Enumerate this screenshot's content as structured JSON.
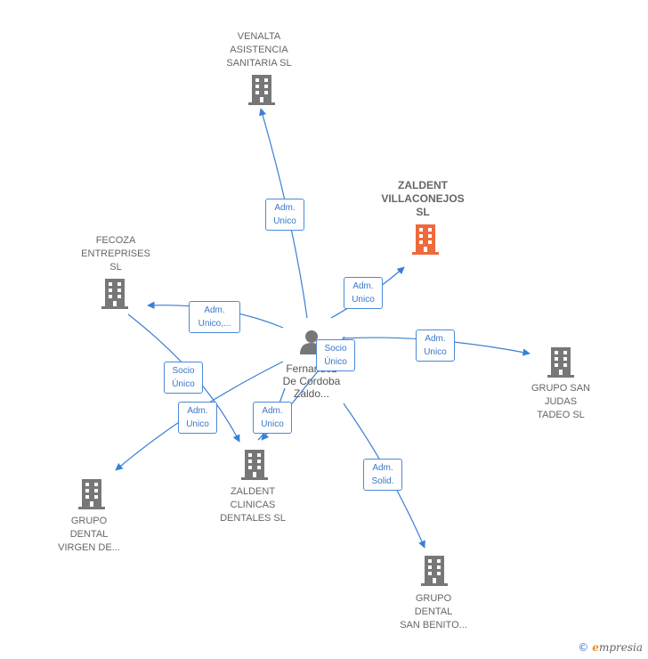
{
  "nodes": {
    "venalta": {
      "label": "VENALTA\nASISTENCIA\nSANITARIA  SL",
      "type": "company",
      "highlight": false
    },
    "zaldent_villaconejos": {
      "label": "ZALDENT\nVILLACONEJOS\nSL",
      "type": "company",
      "highlight": true,
      "color": "#ee6a3c"
    },
    "fecoza": {
      "label": "FECOZA\nENTREPRISES\nSL",
      "type": "company",
      "highlight": false
    },
    "grupo_san_judas": {
      "label": "GRUPO SAN\nJUDAS\nTADEO SL",
      "type": "company",
      "highlight": false
    },
    "zaldent_clinicas": {
      "label": "ZALDENT\nCLINICAS\nDENTALES  SL",
      "type": "company",
      "highlight": false
    },
    "grupo_virgen": {
      "label": "GRUPO\nDENTAL\nVIRGEN DE...",
      "type": "company",
      "highlight": false
    },
    "grupo_san_benito": {
      "label": "GRUPO\nDENTAL\nSAN BENITO...",
      "type": "company",
      "highlight": false
    },
    "person": {
      "label": "Fernandez\nDe Cordoba\nZaldo...",
      "type": "person"
    }
  },
  "edges": {
    "venalta": "Adm.\nUnico",
    "villaconejos": "Adm.\nUnico",
    "fecoza": "Adm.\nUnico,...",
    "san_judas": "Adm.\nUnico",
    "socio_center": "Socio\nÚnico",
    "socio_left": "Socio\nÚnico",
    "virgen": "Adm.\nUnico",
    "clinicas": "Adm.\nUnico",
    "san_benito": "Adm.\nSolid."
  },
  "colors": {
    "edge": "#3a7fd5",
    "building": "#777777",
    "building_highlight": "#ee6a3c"
  },
  "footer": {
    "copyright": "©",
    "brand_first": "e",
    "brand_rest": "mpresia"
  }
}
